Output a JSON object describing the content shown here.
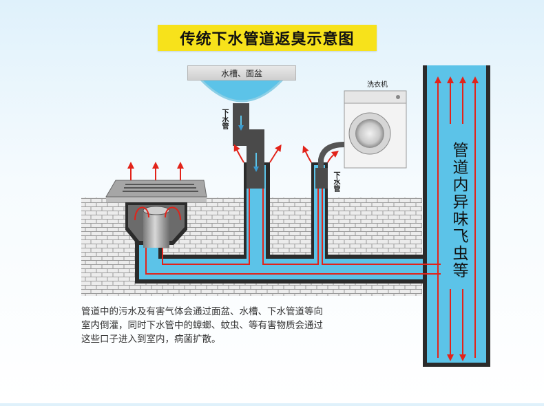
{
  "title": "传统下水管道返臭示意图",
  "labels": {
    "sink": "水槽、面盆",
    "drain_pipe_1": "下水管",
    "drain_pipe_2": "下水管",
    "washing_machine": "洗衣机",
    "big_pipe": "管道内异味飞虫等"
  },
  "description": [
    "管道中的污水及有害气体会通过面盆、水槽、下水管道等向",
    "室内倒灌，同时下水管中的蟑螂、蚊虫、等有害物质会通过",
    "这些口子进入到室内，病菌扩散。"
  ],
  "colors": {
    "title_bg": "#f7e21b",
    "water": "#5cc3e8",
    "pipe_dark": "#2b2b2b",
    "arrow_red": "#e2231a",
    "brick_fill": "#ececec",
    "brick_line": "#9a9a9a"
  }
}
